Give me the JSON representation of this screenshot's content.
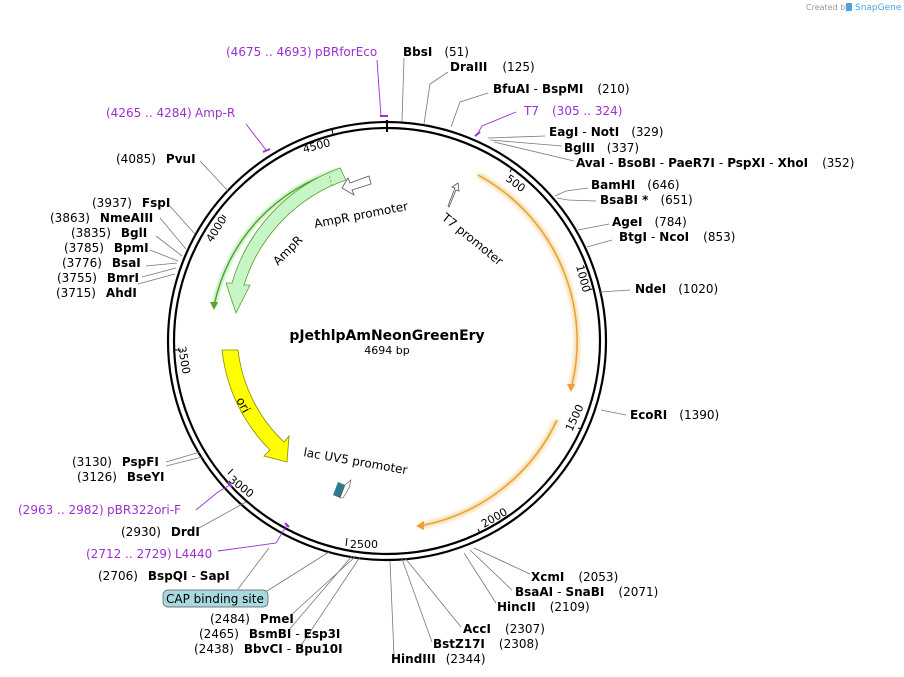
{
  "credit": {
    "prefix": "Created by",
    "brand": "SnapGene"
  },
  "plasmid": {
    "name": "pJethlpAmNeonGreenEry",
    "size_label": "4694 bp",
    "length": 4694
  },
  "ticks": [
    "500",
    "1000",
    "1500",
    "2000",
    "2500",
    "3000",
    "3500",
    "4000",
    "4500"
  ],
  "sites": [
    {
      "parts": [
        "BbsI"
      ],
      "pos": "(51)"
    },
    {
      "parts": [
        "DraIII"
      ],
      "pos": "(125)"
    },
    {
      "parts": [
        "BfuAI",
        "BspMI"
      ],
      "pos": "(210)"
    },
    {
      "parts": [
        "EagI",
        "NotI"
      ],
      "pos": "(329)"
    },
    {
      "parts": [
        "BglII"
      ],
      "pos": "(337)"
    },
    {
      "parts": [
        "AvaI",
        "BsoBI",
        "PaeR7I",
        "PspXI",
        "XhoI"
      ],
      "pos": "(352)"
    },
    {
      "parts": [
        "BamHI"
      ],
      "pos": "(646)"
    },
    {
      "parts": [
        "BsaBI *"
      ],
      "pos": "(651)"
    },
    {
      "parts": [
        "AgeI"
      ],
      "pos": "(784)"
    },
    {
      "parts": [
        "BtgI",
        "NcoI"
      ],
      "pos": "(853)"
    },
    {
      "parts": [
        "NdeI"
      ],
      "pos": "(1020)"
    },
    {
      "parts": [
        "EcoRI"
      ],
      "pos": "(1390)"
    },
    {
      "parts": [
        "XcmI"
      ],
      "pos": "(2053)"
    },
    {
      "parts": [
        "BsaAI",
        "SnaBI"
      ],
      "pos": "(2071)"
    },
    {
      "parts": [
        "HincII"
      ],
      "pos": "(2109)"
    },
    {
      "parts": [
        "AccI"
      ],
      "pos": "(2307)"
    },
    {
      "parts": [
        "BstZ17I"
      ],
      "pos": "(2308)"
    },
    {
      "parts": [
        "HindIII"
      ],
      "pos": "(2344)"
    },
    {
      "parts": [
        "PmeI"
      ],
      "pos": "(2484)"
    },
    {
      "parts": [
        "BsmBI",
        "Esp3I"
      ],
      "pos": "(2465)"
    },
    {
      "parts": [
        "BbvCI",
        "Bpu10I"
      ],
      "pos": "(2438)"
    },
    {
      "parts": [
        "BspQI",
        "SapI"
      ],
      "pos": "(2706)"
    },
    {
      "parts": [
        "DrdI"
      ],
      "pos": "(2930)"
    },
    {
      "parts": [
        "BseYI"
      ],
      "pos": "(3126)"
    },
    {
      "parts": [
        "PspFI"
      ],
      "pos": "(3130)"
    },
    {
      "parts": [
        "AhdI"
      ],
      "pos": "(3715)"
    },
    {
      "parts": [
        "BmrI"
      ],
      "pos": "(3755)"
    },
    {
      "parts": [
        "BsaI"
      ],
      "pos": "(3776)"
    },
    {
      "parts": [
        "BpmI"
      ],
      "pos": "(3785)"
    },
    {
      "parts": [
        "BglI"
      ],
      "pos": "(3835)"
    },
    {
      "parts": [
        "NmeAIII"
      ],
      "pos": "(3863)"
    },
    {
      "parts": [
        "FspI"
      ],
      "pos": "(3937)"
    },
    {
      "parts": [
        "PvuI"
      ],
      "pos": "(4085)"
    }
  ],
  "primers": [
    {
      "range": "(4675 .. 4693)",
      "name": "pBRforEco"
    },
    {
      "range": "(4265 .. 4284)",
      "name": "Amp-R"
    },
    {
      "name": "T7",
      "range": "(305 .. 324)"
    },
    {
      "range": "(2963 .. 2982)",
      "name": "pBR322ori-F"
    },
    {
      "range": "(2712 .. 2729)",
      "name": "L4440"
    }
  ],
  "features": {
    "ampr": "AmpR",
    "ampr_promoter": "AmpR promoter",
    "t7_promoter": "T7 promoter",
    "ori": "ori",
    "lac_promoter": "lac UV5 promoter",
    "cap_site": "CAP binding site"
  },
  "colors": {
    "orange_arc": "#e8a03a",
    "green_arc": "#5aa02c",
    "ampr_fill": "#c6f5c6",
    "ori_fill": "#ffff00",
    "lac_fill": "#2e7a8c",
    "cap_fill": "#a8d8e0",
    "primer": "#9b30d0"
  }
}
